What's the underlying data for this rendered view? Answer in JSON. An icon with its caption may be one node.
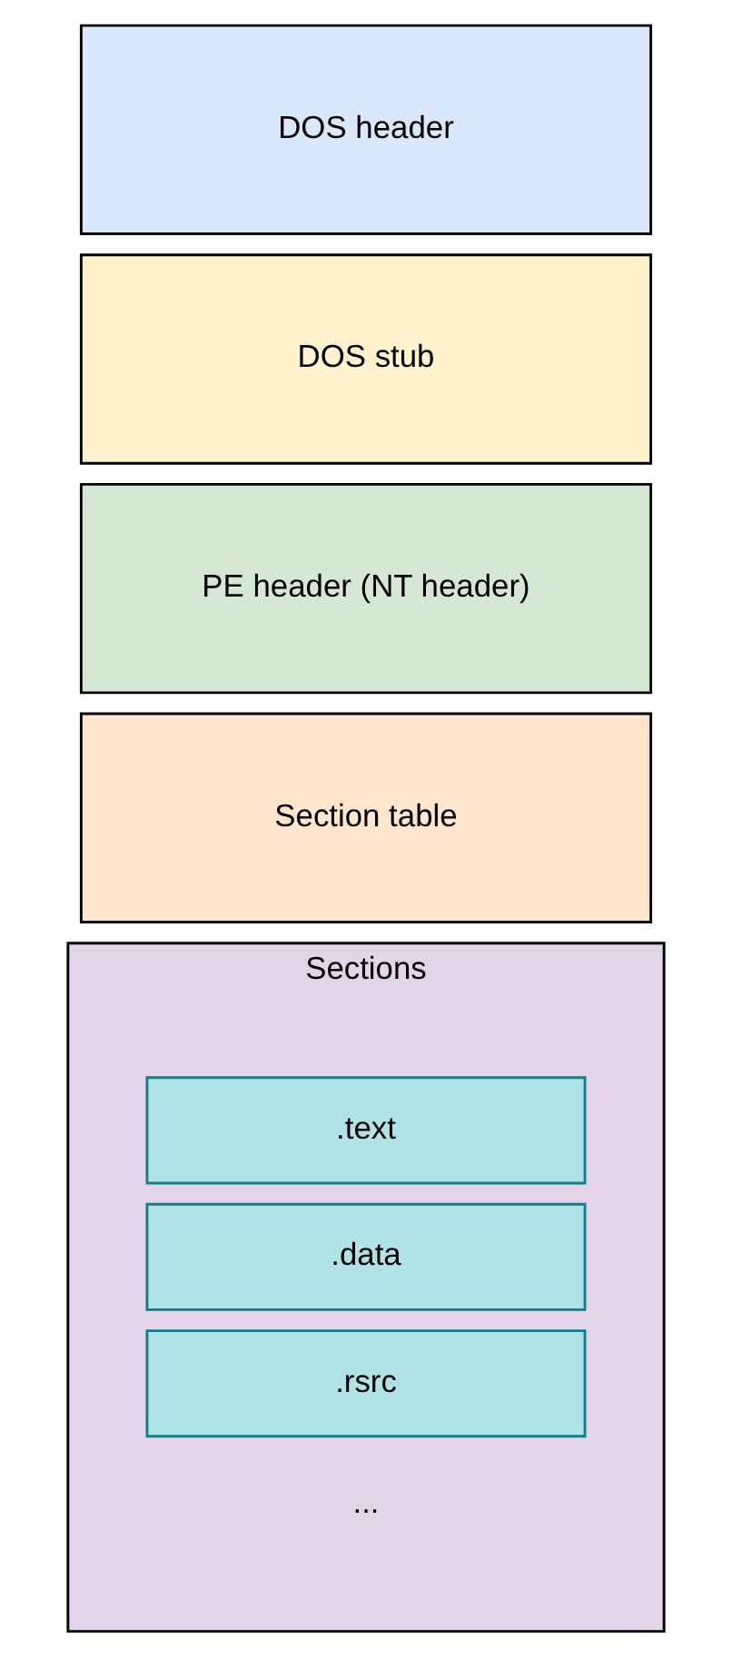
{
  "diagram": {
    "nodes": [
      {
        "text": [
          "DOS header"
        ]
      },
      {
        "text": [
          "DOS stub"
        ]
      },
      {
        "text": [
          "PE header (NT header)"
        ]
      },
      {
        "text": [
          "Section table"
        ]
      },
      {
        "text": [
          "Sections"
        ]
      },
      {
        "text": [
          ".text"
        ],
        "in": 4
      },
      {
        "text": [
          ".data"
        ],
        "in": 4
      },
      {
        "text": [
          ".rsrc"
        ],
        "in": 4
      }
    ],
    "edges": [],
    "labels": [
      "..."
    ]
  }
}
